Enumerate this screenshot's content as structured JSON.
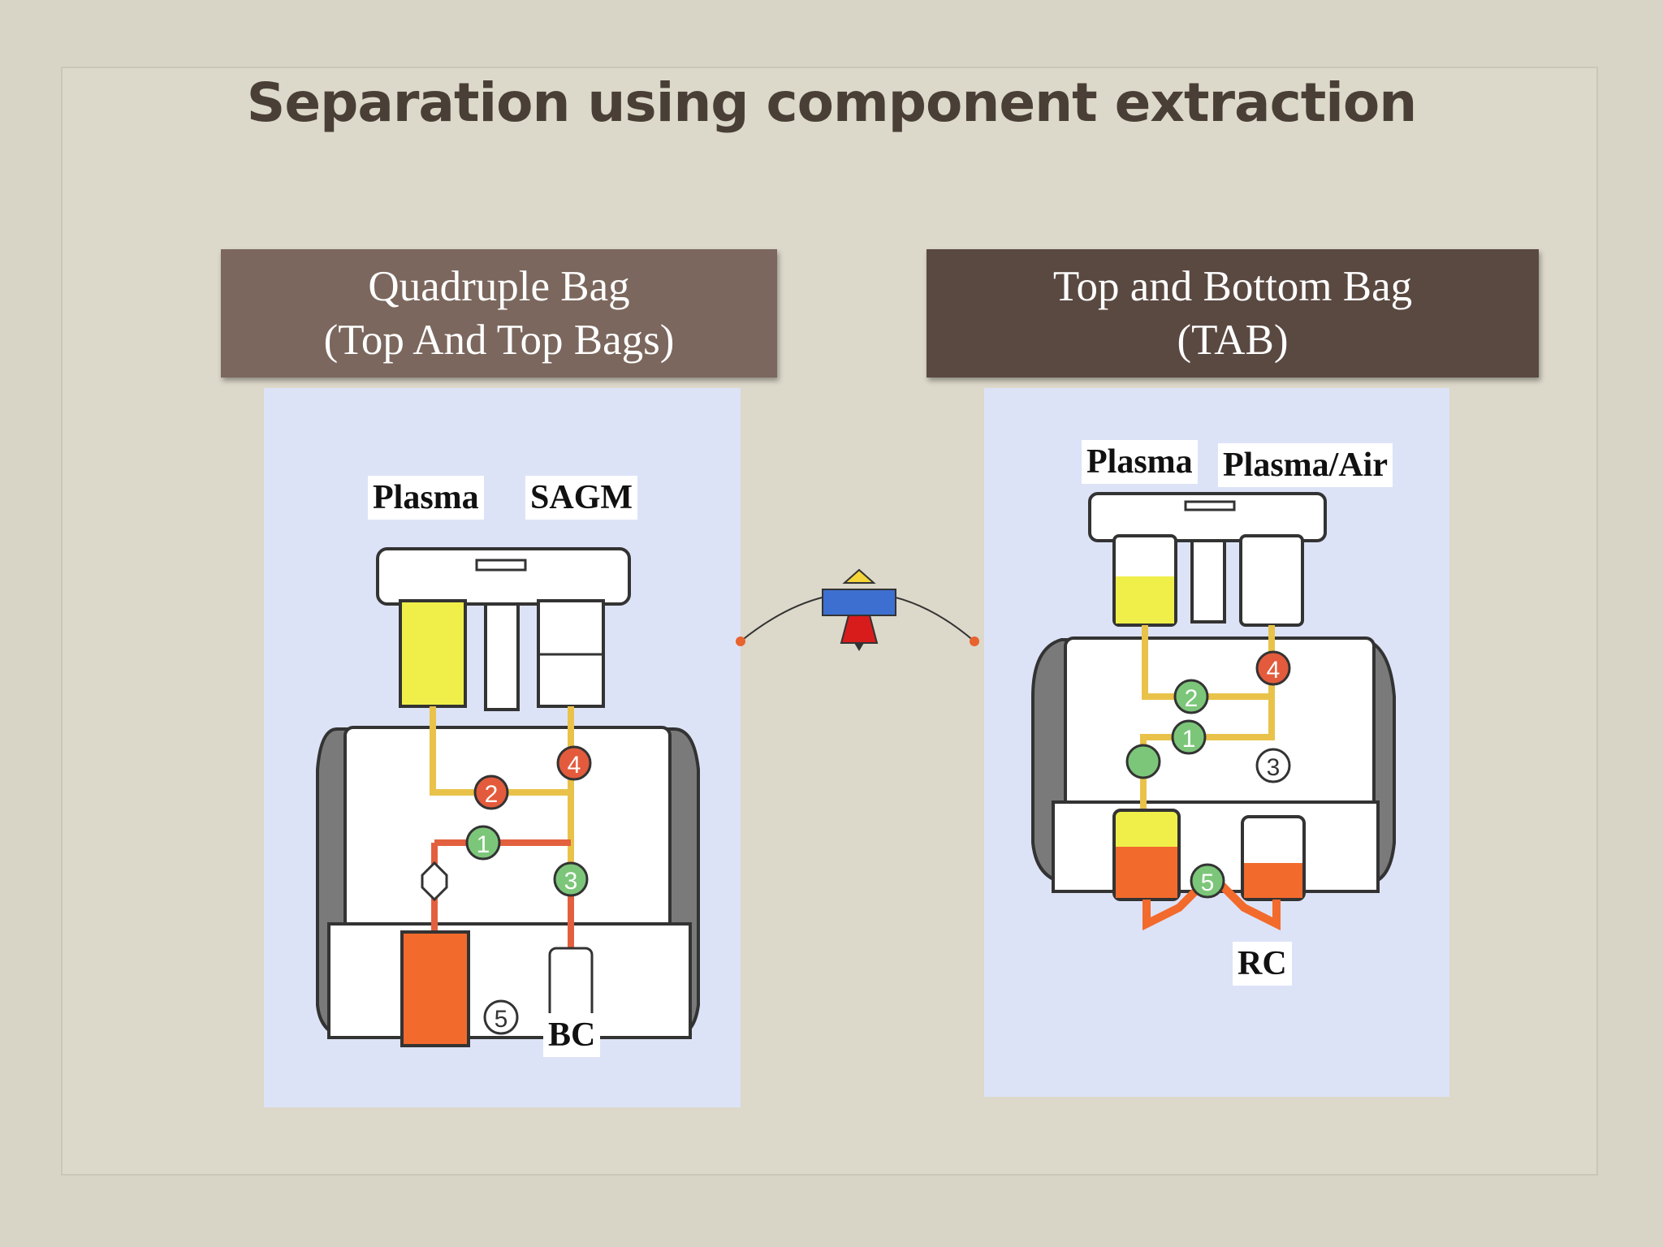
{
  "slide": {
    "title": "Separation using component extraction"
  },
  "left_panel": {
    "header_line1": "Quadruple Bag",
    "header_line2": "(Top And Top Bags)",
    "labels": {
      "plasma": "Plasma",
      "sagm": "SAGM",
      "bc": "BC"
    },
    "valves": [
      "1",
      "2",
      "3",
      "4",
      "5"
    ]
  },
  "right_panel": {
    "header_line1": "Top and Bottom Bag",
    "header_line2": "(TAB)",
    "labels": {
      "plasma": "Plasma",
      "plasma_air": "Plasma/Air",
      "rc": "RC"
    },
    "valves": [
      "1",
      "2",
      "3",
      "4",
      "5"
    ]
  },
  "colors": {
    "plasma_yellow": "#f0ef4a",
    "red_cell_orange": "#f26a2c",
    "valve_green": "#7cc67a",
    "valve_red": "#e35b3c",
    "header_left": "#7b675d",
    "header_right": "#5a4941"
  },
  "icons": [
    "figure-icon"
  ]
}
